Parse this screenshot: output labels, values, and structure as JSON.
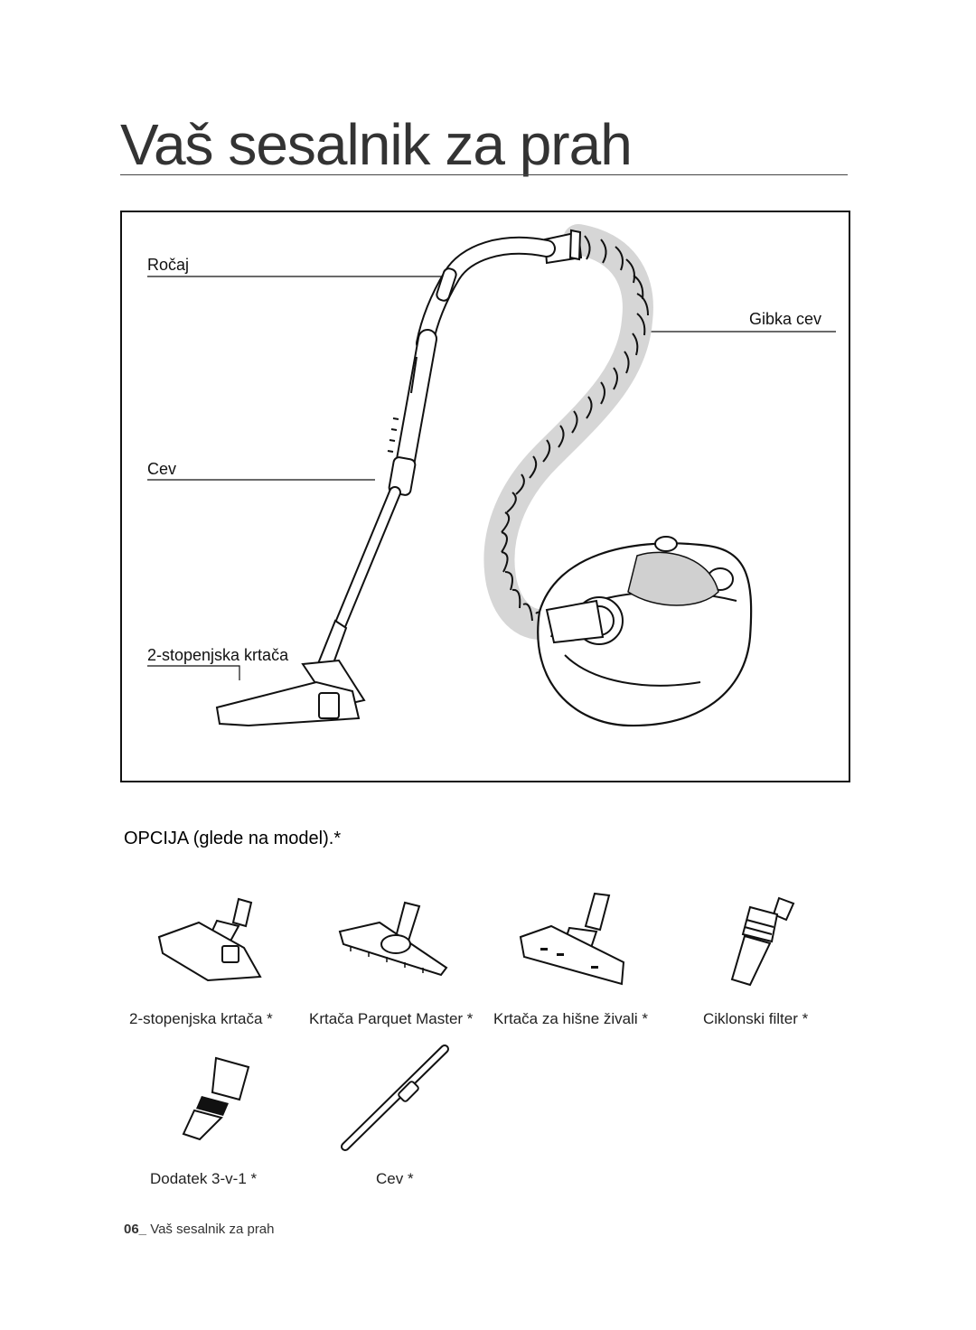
{
  "page": {
    "title": "Vaš sesalnik za prah"
  },
  "main_diagram": {
    "labels": {
      "handle": "Ročaj",
      "flexible_hose": "Gibka cev",
      "tube": "Cev",
      "brush": "2-stopenjska krtača"
    }
  },
  "options": {
    "heading": "OPCIJA (glede na model).*",
    "items": [
      {
        "label": "2-stopenjska krtača *",
        "icon": "two-step-brush-icon"
      },
      {
        "label": "Krtača Parquet Master *",
        "icon": "parquet-brush-icon"
      },
      {
        "label": "Krtača za hišne živali *",
        "icon": "pet-brush-icon"
      },
      {
        "label": "Ciklonski filter *",
        "icon": "cyclone-filter-icon"
      },
      {
        "label": "Dodatek 3-v-1 *",
        "icon": "three-in-one-tool-icon"
      },
      {
        "label": "Cev *",
        "icon": "tube-icon"
      }
    ]
  },
  "footer": {
    "page_number": "06_",
    "section": "Vaš sesalnik za prah"
  }
}
